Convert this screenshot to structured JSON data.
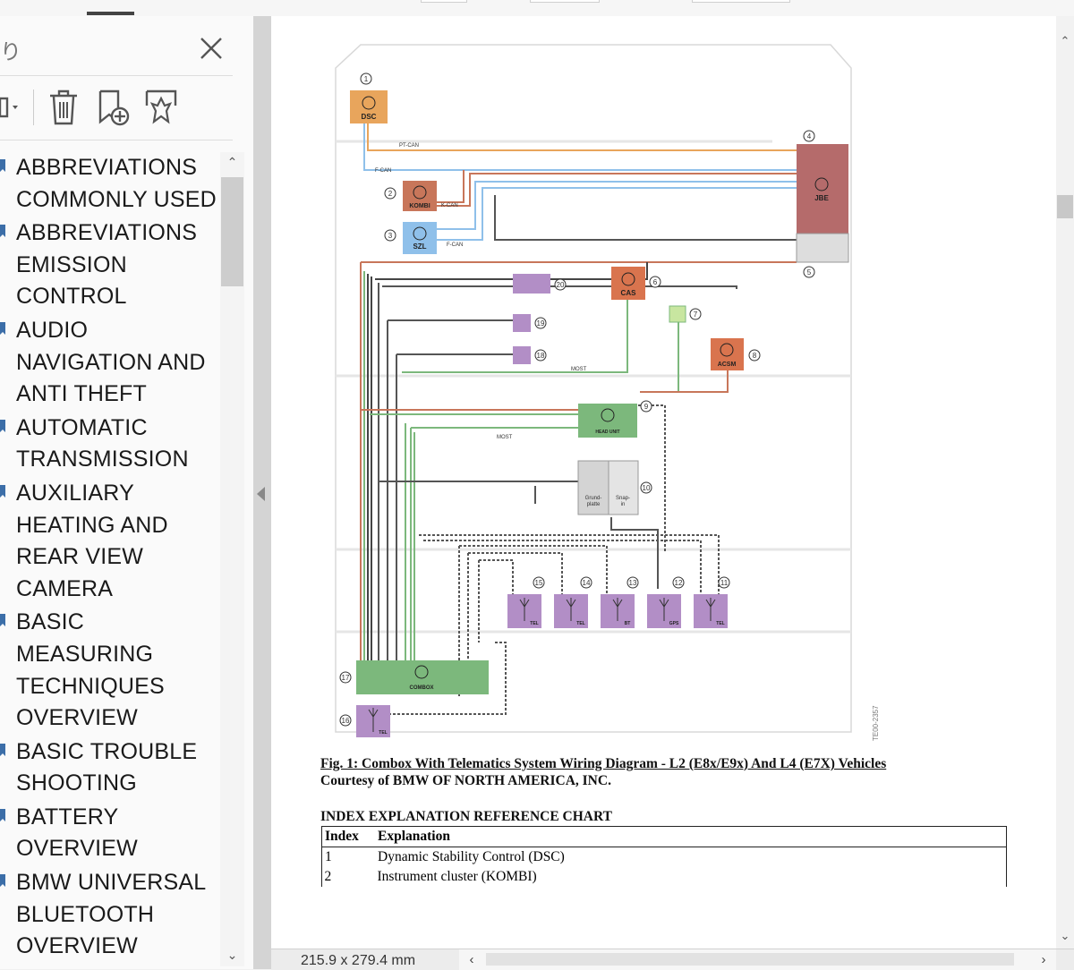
{
  "sidebar": {
    "title_fragment": "り",
    "bookmarks": [
      {
        "label": "ABBREVIATIONS\nCOMMONLY USED"
      },
      {
        "label": "ABBREVIATIONS\nEMISSION\nCONTROL"
      },
      {
        "label": "AUDIO\nNAVIGATION AND\nANTI THEFT"
      },
      {
        "label": "AUTOMATIC\nTRANSMISSION"
      },
      {
        "label": "AUXILIARY\nHEATING AND\nREAR VIEW\nCAMERA"
      },
      {
        "label": "BASIC MEASURING\nTECHNIQUES\nOVERVIEW"
      },
      {
        "label": "BASIC TROUBLE\nSHOOTING"
      },
      {
        "label": "BATTERY\nOVERVIEW"
      },
      {
        "label": "BMW UNIVERSAL\nBLUETOOTH\nOVERVIEW"
      }
    ]
  },
  "diagram": {
    "modules": {
      "dsc": "DSC",
      "kombi": "KOMBI",
      "szl": "SZL",
      "jbe": "JBE",
      "cas": "CAS",
      "acsm": "ACSM",
      "head_unit": "HEAD UNIT",
      "combox": "COMBOX",
      "grundplatte": "Grund-\nplatte",
      "snapin": "Snap-\nin",
      "ant15": "TEL",
      "ant14": "TEL",
      "ant13": "BT",
      "ant12": "GPS",
      "ant11": "TEL",
      "ant16": "TEL"
    },
    "bus_labels": {
      "pt_can": "PT-CAN",
      "f_can": "F-CAN",
      "k_can": "K-CAN",
      "f_can2": "F-CAN",
      "most1": "MOST",
      "most2": "MOST"
    },
    "numbers": [
      "1",
      "2",
      "3",
      "4",
      "5",
      "6",
      "7",
      "8",
      "9",
      "10",
      "11",
      "12",
      "13",
      "14",
      "15",
      "16",
      "17",
      "18",
      "19",
      "20"
    ],
    "ref_code": "TE00-2357"
  },
  "caption": {
    "line1": "Fig. 1: Combox With Telematics System Wiring Diagram - L2 (E8x/E9x) And L4 (E7X) Vehicles",
    "line2": "Courtesy of BMW OF NORTH AMERICA, INC."
  },
  "index_chart": {
    "title": "INDEX EXPLANATION REFERENCE CHART",
    "headers": [
      "Index",
      "Explanation"
    ],
    "rows": [
      [
        "1",
        "Dynamic Stability Control (DSC)"
      ],
      [
        "2",
        "Instrument cluster (KOMBI)"
      ]
    ]
  },
  "status": {
    "page_size": "215.9 x 279.4 mm"
  },
  "colors": {
    "dsc": "#e8a55c",
    "kombi": "#c8765a",
    "szl": "#8fc0ea",
    "jbe": "#b56b6b",
    "cas": "#d9744e",
    "acsm": "#d9744e",
    "head_unit": "#7cb87c",
    "combox": "#7cb87c",
    "antenna": "#b28ec6"
  }
}
